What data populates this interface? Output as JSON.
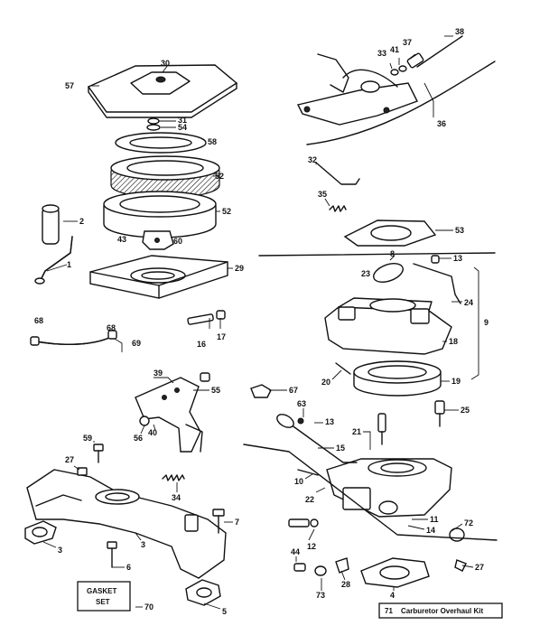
{
  "callouts": {
    "c1": "1",
    "c2": "2",
    "c3a": "3",
    "c3b": "3",
    "c4": "4",
    "c5": "5",
    "c6": "6",
    "c7": "7",
    "c8": "8",
    "c9": "9",
    "c10": "10",
    "c11": "11",
    "c12": "12",
    "c13a": "13",
    "c13b": "13",
    "c14": "14",
    "c15": "15",
    "c16": "16",
    "c17": "17",
    "c18": "18",
    "c19": "19",
    "c20": "20",
    "c21": "21",
    "c22": "22",
    "c23": "23",
    "c24": "24",
    "c25": "25",
    "c27a": "27",
    "c27b": "27",
    "c28": "28",
    "c29": "29",
    "c30": "30",
    "c31": "31",
    "c32": "32",
    "c33": "33",
    "c34": "34",
    "c35": "35",
    "c36": "36",
    "c37": "37",
    "c38": "38",
    "c39": "39",
    "c40": "40",
    "c41": "41",
    "c43": "43",
    "c44": "44",
    "c52a": "52",
    "c52b": "52",
    "c53": "53",
    "c54": "54",
    "c55": "55",
    "c56": "56",
    "c57": "57",
    "c58": "58",
    "c59": "59",
    "c60": "60",
    "c63": "63",
    "c67": "67",
    "c68a": "68",
    "c68b": "68",
    "c69": "69",
    "c70": "70",
    "c71": "71",
    "c72": "72",
    "c73": "73"
  },
  "gasket_box": {
    "line1": "GASKET",
    "line2": "SET"
  },
  "kit_box": {
    "number": "71",
    "text": "Carburetor Overhaul Kit"
  }
}
